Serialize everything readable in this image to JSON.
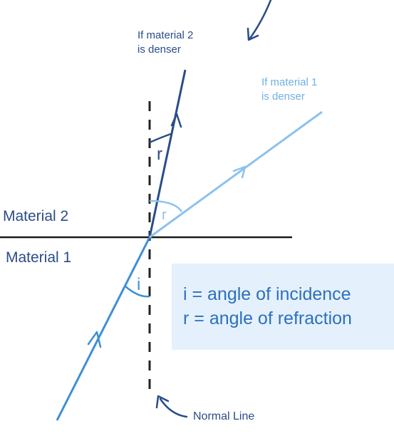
{
  "labels": {
    "denser_2": "If material 2\nis denser",
    "denser_1": "If material 1\nis denser",
    "material_2": "Material 2",
    "material_1": "Material 1",
    "normal_line": "Normal Line",
    "angle_i": "i",
    "angle_r_dark": "r",
    "angle_r_light": "r"
  },
  "legend": {
    "line_1": "i = angle of incidence",
    "line_2": "r = angle of refraction"
  },
  "colors": {
    "dark_ray": "#2a4d86",
    "incident_ray": "#3d8fd8",
    "light_ray": "#8cc2ee",
    "normal": "#222222",
    "boundary": "#1a1a1a",
    "legend_bg": "#e4f1fc",
    "legend_text": "#2d6fbf"
  }
}
